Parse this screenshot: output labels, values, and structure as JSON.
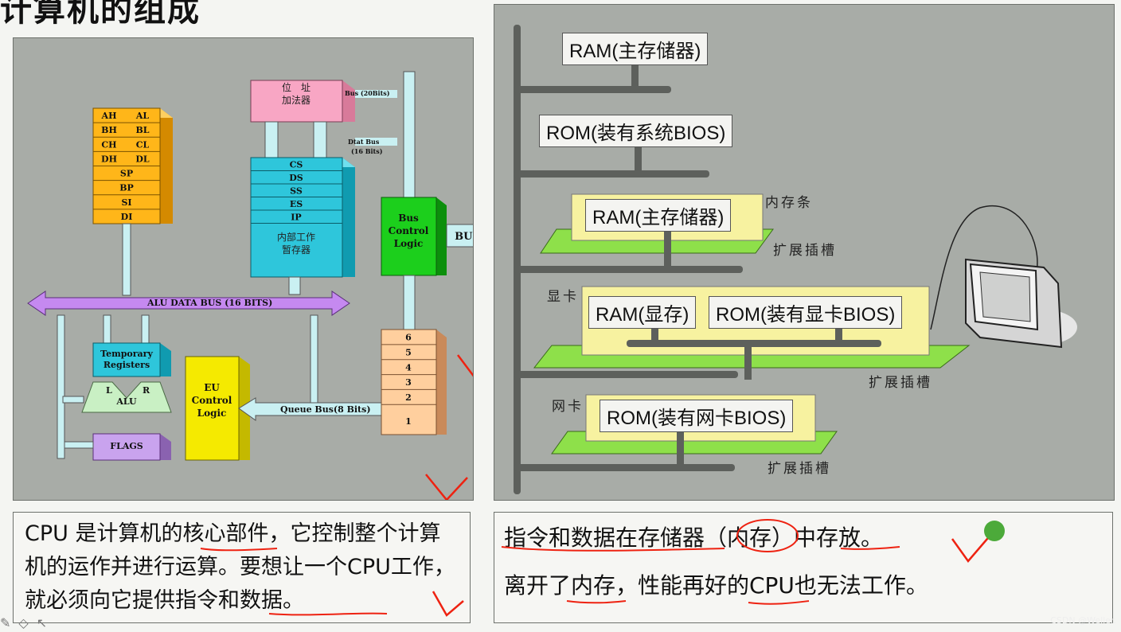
{
  "title_fragment": "计算机的组成",
  "cpu_diagram": {
    "registers": [
      "AH",
      "AL",
      "BH",
      "BL",
      "CH",
      "CL",
      "DH",
      "DL",
      "SP",
      "BP",
      "SI",
      "DI"
    ],
    "address_adder": [
      "位　址",
      "加法器"
    ],
    "address_bus": "Bus (20Bits)",
    "data_bus_small": [
      "Dtat Bus",
      "(16 Bits)"
    ],
    "segment_regs": [
      "CS",
      "DS",
      "SS",
      "ES",
      "IP"
    ],
    "internal_regs": [
      "内部工作",
      "暂存器"
    ],
    "bus_control": [
      "Bus",
      "Control",
      "Logic"
    ],
    "bus_label": "BUS",
    "alu_bus": "ALU DATA BUS (16 BITS)",
    "temp_regs": [
      "Temporary",
      "Registers"
    ],
    "alu_ports": [
      "L",
      "R"
    ],
    "alu": "ALU",
    "flags": "FLAGS",
    "eu_control": [
      "EU",
      "Control",
      "Logic"
    ],
    "queue_bus": "Queue  Bus(8 Bits)",
    "queue": [
      "6",
      "5",
      "4",
      "3",
      "2",
      "1"
    ]
  },
  "mem_diagram": {
    "ram_main": "RAM(主存储器)",
    "rom_sys": "ROM(装有系统BIOS)",
    "ram_stick": "RAM(主存储器)",
    "mem_stick_label": "内存条",
    "slot1": "扩展插槽",
    "gpu_label": "显卡",
    "vram": "RAM(显存)",
    "gpu_rom": "ROM(装有显卡BIOS)",
    "slot2": "扩展插槽",
    "nic_label": "网卡",
    "nic_rom": "ROM(装有网卡BIOS)",
    "slot3": "扩展插槽"
  },
  "captions": {
    "left": "CPU 是计算机的核心部件，它控制整个计算机的运作并进行运算。要想让一个CPU工作，就必须向它提供指令和数据。",
    "right_line1": "指令和数据在存储器（内存）中存放。",
    "right_line2": "离开了内存，性能再好的CPU也无法工作。"
  },
  "watermark": "CSDN @Weller."
}
